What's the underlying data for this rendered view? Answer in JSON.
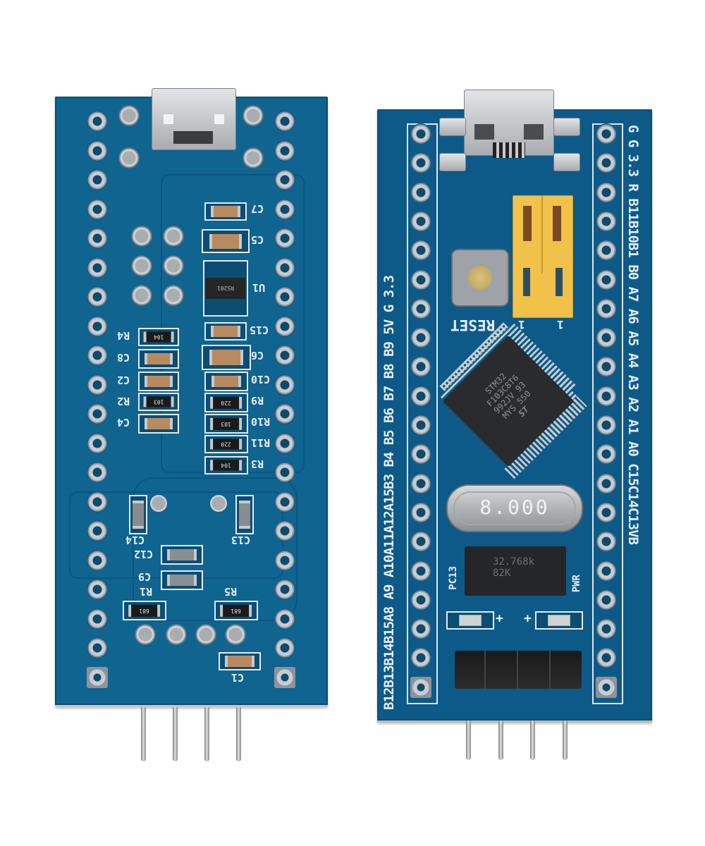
{
  "scene": {
    "description": "Product photo of an STM32F103C8T6 'blue pill' development board, back side (left) and front side (right), on white background",
    "background": "#ffffff",
    "pcb_color": "#0e5c86",
    "silkscreen_color": "#e9eef2"
  },
  "left_board": {
    "side": "back",
    "components": [
      {
        "ref": "C7",
        "type": "capacitor"
      },
      {
        "ref": "C5",
        "type": "capacitor"
      },
      {
        "ref": "U1",
        "type": "regulator",
        "marking": "RS201"
      },
      {
        "ref": "C15",
        "type": "capacitor"
      },
      {
        "ref": "C6",
        "type": "capacitor"
      },
      {
        "ref": "C10",
        "type": "capacitor"
      },
      {
        "ref": "R9",
        "type": "resistor",
        "marking": "220"
      },
      {
        "ref": "R10",
        "type": "resistor",
        "marking": "103"
      },
      {
        "ref": "R11",
        "type": "resistor",
        "marking": "220"
      },
      {
        "ref": "R3",
        "type": "resistor",
        "marking": "104"
      },
      {
        "ref": "R4",
        "type": "resistor",
        "marking": "104"
      },
      {
        "ref": "C8",
        "type": "capacitor"
      },
      {
        "ref": "C2",
        "type": "capacitor"
      },
      {
        "ref": "R2",
        "type": "resistor",
        "marking": "103"
      },
      {
        "ref": "C4",
        "type": "capacitor"
      },
      {
        "ref": "C14",
        "type": "capacitor"
      },
      {
        "ref": "C13",
        "type": "capacitor"
      },
      {
        "ref": "C12",
        "type": "capacitor"
      },
      {
        "ref": "C9",
        "type": "capacitor"
      },
      {
        "ref": "R1",
        "type": "resistor",
        "marking": "681"
      },
      {
        "ref": "R5",
        "type": "resistor",
        "marking": "681"
      },
      {
        "ref": "C1",
        "type": "capacitor"
      }
    ]
  },
  "right_board": {
    "side": "front",
    "left_pin_labels": "B12B13B14B15A8 A9 A10A11A12A15B3 B4 B5 B6 B7 B8 B9 5V G 3.3",
    "left_pins": [
      "B12",
      "B13",
      "B14",
      "B15",
      "A8",
      "A9",
      "A10",
      "A11",
      "A12",
      "A15",
      "B3",
      "B4",
      "B5",
      "B6",
      "B7",
      "B8",
      "B9",
      "5V",
      "G",
      "3.3"
    ],
    "right_pin_labels": "G G 3.3 R B11B10B1 B0 A7 A6 A5 A4 A3 A2 A1 A0 C15C14C13VB",
    "right_pins": [
      "G",
      "G",
      "3.3",
      "R",
      "B11",
      "B10",
      "B1",
      "B0",
      "A7",
      "A6",
      "A5",
      "A4",
      "A3",
      "A2",
      "A1",
      "A0",
      "C15",
      "C14",
      "C13",
      "VB"
    ],
    "reset_label": "RESET",
    "jumper_labels": [
      "1",
      "1"
    ],
    "mcu_marking": [
      "STM32",
      "F103C8T6",
      "992JV 93",
      "MYS 550"
    ],
    "mcu_logo": "ST",
    "crystal_marking": "8.000",
    "regulator_marking": [
      "32.768k",
      "82K"
    ],
    "led_labels": [
      "PC13",
      "PWR"
    ],
    "plus_signs": [
      "+",
      "+"
    ]
  }
}
